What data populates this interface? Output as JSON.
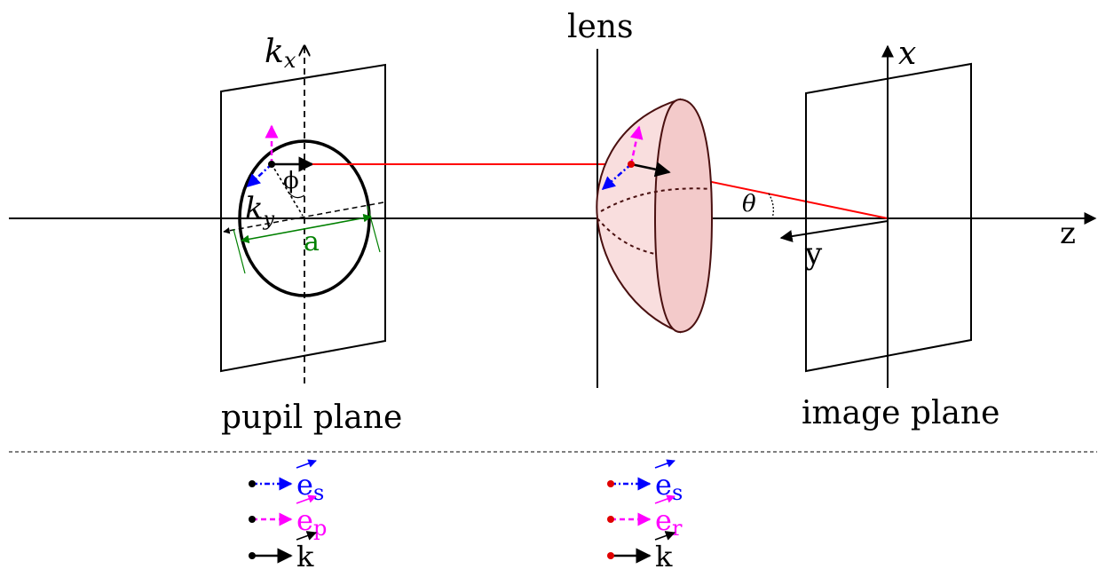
{
  "labels": {
    "lens": "lens",
    "pupil_plane": "pupil plane",
    "image_plane": "image plane",
    "kx": "k",
    "kx_sub": "x",
    "ky": "k",
    "ky_sub": "y",
    "phi": "ϕ",
    "a": "a",
    "theta": "θ",
    "x_axis": "x",
    "y_axis": "y",
    "z_axis": "z"
  },
  "legend": {
    "left": [
      {
        "vec": "e",
        "sub": "s",
        "color": "#0000ff",
        "dot": "#000000",
        "style": "dash-dot"
      },
      {
        "vec": "e",
        "sub": "p",
        "color": "#ff00ff",
        "dot": "#000000",
        "style": "dashed"
      },
      {
        "vec": "k",
        "sub": "",
        "color": "#000000",
        "dot": "#000000",
        "style": "solid"
      }
    ],
    "right": [
      {
        "vec": "e",
        "sub": "s",
        "color": "#0000ff",
        "dot": "#e00000",
        "style": "dash-dot"
      },
      {
        "vec": "e",
        "sub": "r",
        "color": "#ff00ff",
        "dot": "#e00000",
        "style": "dashed"
      },
      {
        "vec": "k",
        "sub": "",
        "color": "#000000",
        "dot": "#e00000",
        "style": "solid"
      }
    ]
  },
  "colors": {
    "ray": "#ff0000",
    "aperture": "#008000",
    "lens_fill": "#f9dede",
    "lens_stroke": "#4a1010",
    "e_s": "#0000ff",
    "e_p": "#ff00ff"
  }
}
